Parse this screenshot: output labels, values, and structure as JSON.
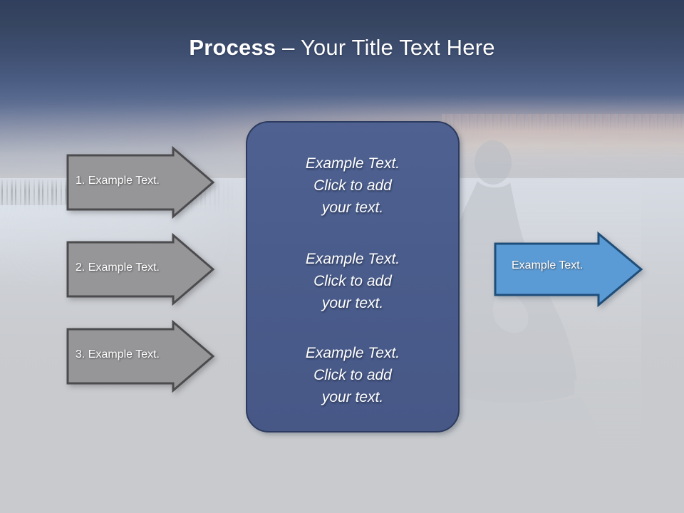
{
  "slide": {
    "title": {
      "bold_part": "Process",
      "rest_part": " – Your Title Text Here",
      "full": "Process – Your Title Text Here"
    },
    "colors": {
      "title_text": "#ffffff",
      "sky_top": "#313f5e",
      "sky_mid": "#5b6d92",
      "background_bottom": "#c8cacd",
      "step_arrow_fill": "#969698",
      "step_arrow_border": "#4c4c4e",
      "panel_fill": "#4a5c8b",
      "panel_border": "#2b3a5e",
      "output_arrow_fill": "#5b9bd5",
      "output_arrow_border": "#1f4e79"
    },
    "steps": [
      {
        "name": "step-1",
        "label": "1. Example Text."
      },
      {
        "name": "step-2",
        "label": "2. Example Text."
      },
      {
        "name": "step-3",
        "label": "3. Example Text."
      }
    ],
    "panel": {
      "blocks": [
        {
          "line1": "Example Text.",
          "line2": "Click  to add",
          "line3": "your text."
        },
        {
          "line1": "Example Text.",
          "line2": "Click  to add",
          "line3": "your text."
        },
        {
          "line1": "Example Text.",
          "line2": "Click  to add",
          "line3": "your text."
        }
      ]
    },
    "output": {
      "label": "Example Text."
    },
    "background": {
      "description": "lake-at-dusk photo with meditating figure silhouette"
    }
  }
}
